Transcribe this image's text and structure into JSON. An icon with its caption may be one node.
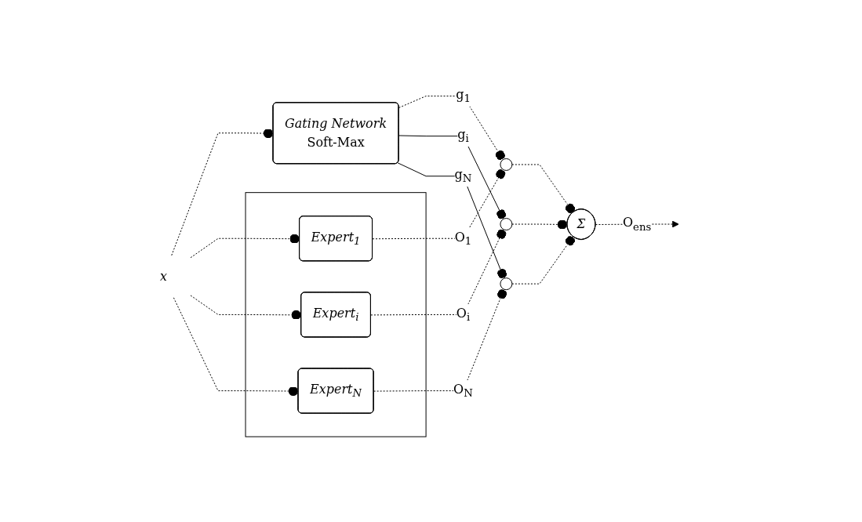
{
  "diagram": {
    "nodes": [
      {
        "text": [
          "x"
        ]
      },
      {
        "text": [],
        "shape": "box"
      },
      {
        "text": [
          "Expert$_{1}$"
        ],
        "in": 1
      },
      {
        "text": [
          "Expert$_{i}$"
        ],
        "in": 1
      },
      {
        "text": [
          "Expert$_{N}$"
        ],
        "in": 1
      },
      {
        "text": [
          "Gating Network",
          "Soft-Max"
        ]
      },
      {
        "text": [],
        "shape": "circle"
      },
      {
        "text": [],
        "shape": "circle"
      },
      {
        "text": [],
        "shape": "circle"
      },
      {
        "text": [
          "Σ"
        ]
      }
    ],
    "edges": [
      {
        "from": 0,
        "to": 5,
        "arrow": "other",
        "style": "dashed"
      },
      {
        "from": 0,
        "to": 2,
        "arrow": "other",
        "style": "dashed"
      },
      {
        "from": 0,
        "to": 3,
        "arrow": "other",
        "style": "dashed"
      },
      {
        "from": 0,
        "to": 4,
        "arrow": "other",
        "style": "dashed"
      },
      {
        "from": 2,
        "to": 6,
        "label": "O$_{1}$",
        "arrow": "other",
        "style": "dashed"
      },
      {
        "from": 3,
        "to": 7,
        "label": "O$_{i}$",
        "arrow": "other",
        "style": "dashed"
      },
      {
        "from": 4,
        "to": 8,
        "label": "O$_{N}$",
        "arrow": "other",
        "style": "dashed"
      },
      {
        "from": 5,
        "to": 6,
        "label": "g$_{1}$",
        "arrow": "other",
        "style": "dashed"
      },
      {
        "from": 5,
        "to": 7,
        "label": "g$_{i}$",
        "arrow": "other"
      },
      {
        "from": 5,
        "to": 8,
        "label": "g$_{N}$",
        "arrow": "other"
      },
      {
        "from": 6,
        "to": 9,
        "arrow": "other",
        "style": "dashed"
      },
      {
        "from": 7,
        "to": 9,
        "arrow": "other",
        "style": "dashed"
      },
      {
        "from": 8,
        "to": 9,
        "arrow": "other",
        "style": "dashed"
      },
      {
        "from": 9,
        "to": null,
        "label": "O$_{ens}$",
        "arrow": "to",
        "style": "dashed"
      }
    ]
  }
}
